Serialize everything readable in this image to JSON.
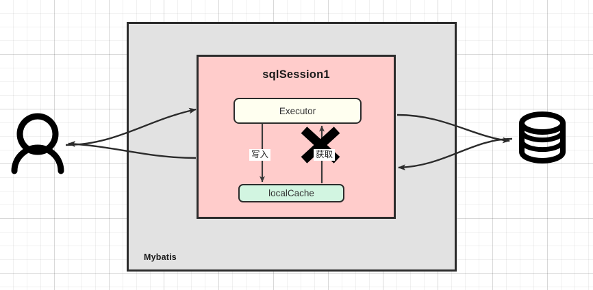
{
  "diagram": {
    "title_internal": "Mybatis local cache write/read diagram",
    "background": {
      "grid": "true",
      "minor_color": "#EDEDED",
      "major_color": "#E0E0E0"
    },
    "containers": [
      {
        "id": "mybatis",
        "label": "Mybatis",
        "fill": "#E2E2E2",
        "stroke": "#2B2B2B"
      },
      {
        "id": "sqlsession",
        "label": "sqlSession1",
        "fill": "#FFCCCB",
        "stroke": "#2B2B2B"
      }
    ],
    "nodes": [
      {
        "id": "executor",
        "label": "Executor",
        "fill": "#FFFFF0",
        "stroke": "#2B2B2B"
      },
      {
        "id": "localcache",
        "label": "localCache",
        "fill": "#D2F5E1",
        "stroke": "#2B2B2B"
      }
    ],
    "actors": [
      {
        "id": "user",
        "icon": "person-icon",
        "label": ""
      },
      {
        "id": "database",
        "icon": "database-cylinder-icon",
        "label": ""
      }
    ],
    "edges": [
      {
        "id": "user-to-session",
        "label": "",
        "from": "user",
        "to": "sqlsession"
      },
      {
        "id": "session-to-user",
        "label": "",
        "from": "sqlsession",
        "to": "user"
      },
      {
        "id": "session-to-db",
        "label": "",
        "from": "sqlsession",
        "to": "database"
      },
      {
        "id": "db-to-session",
        "label": "",
        "from": "database",
        "to": "sqlsession"
      },
      {
        "id": "executor-write-localcache",
        "label": "写入",
        "from": "executor",
        "to": "localcache",
        "blocked": "false"
      },
      {
        "id": "localcache-fetch-executor",
        "label": "获取",
        "from": "localcache",
        "to": "executor",
        "blocked": "true",
        "blocked_marker": "x-cross-icon"
      }
    ]
  }
}
